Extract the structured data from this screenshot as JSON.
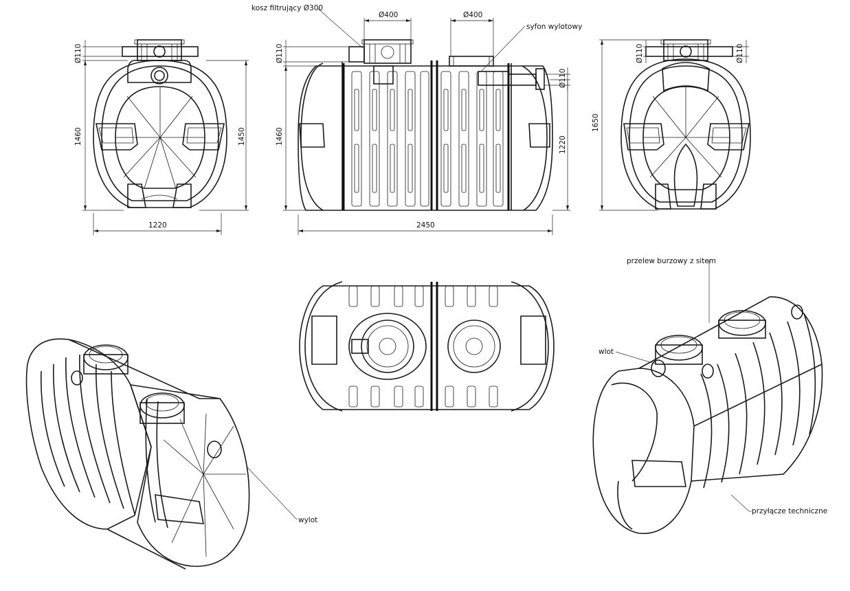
{
  "labels": {
    "filter_basket": "kosz filtrujący Ø300",
    "outlet_siphon": "syfon wylotowy",
    "storm_overflow": "przelew burzowy z sitem",
    "inlet": "wlot",
    "outlet": "wylot",
    "technical_connection": "przyłącze techniczne"
  },
  "dimensions": {
    "front_pipe_left": "Ø110",
    "front_height_left": "1460",
    "front_height_right": "1450",
    "front_width": "1220",
    "side_pipe": "Ø110",
    "side_height": "1460",
    "side_length": "2450",
    "opening_1": "Ø400",
    "opening_2": "Ø400",
    "outlet_pipe": "Ø110",
    "outlet_height": "1220",
    "back_pipe_left": "Ø110",
    "back_pipe_right": "Ø110",
    "back_height": "1650"
  }
}
